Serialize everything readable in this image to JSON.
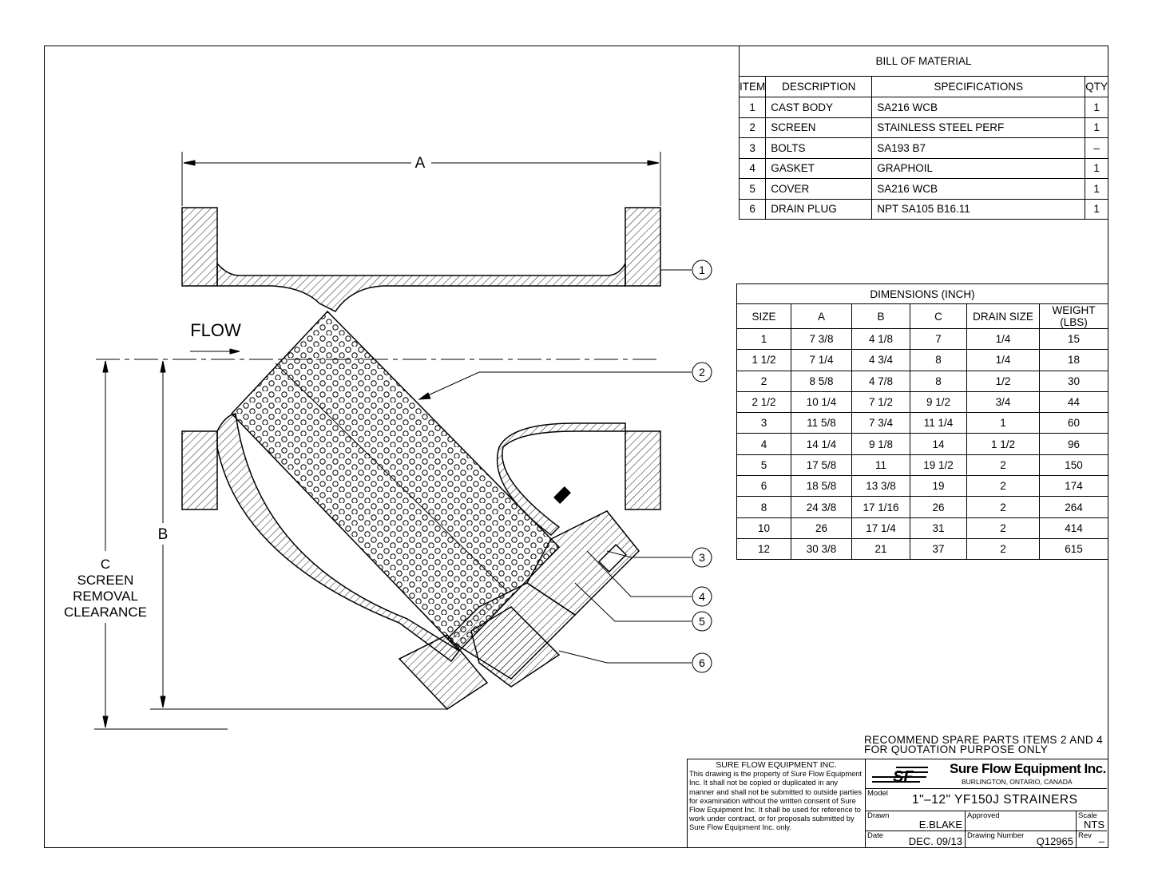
{
  "bom": {
    "title": "BILL OF MATERIAL",
    "headers": [
      "ITEM",
      "DESCRIPTION",
      "SPECIFICATIONS",
      "QTY"
    ],
    "rows": [
      [
        "1",
        "CAST BODY",
        "SA216 WCB",
        "1"
      ],
      [
        "2",
        "SCREEN",
        "STAINLESS STEEL PERF",
        "1"
      ],
      [
        "3",
        "BOLTS",
        "SA193 B7",
        "–"
      ],
      [
        "4",
        "GASKET",
        "GRAPHOIL",
        "1"
      ],
      [
        "5",
        "COVER",
        "SA216 WCB",
        "1"
      ],
      [
        "6",
        "DRAIN PLUG",
        "NPT SA105 B16.11",
        "1"
      ]
    ]
  },
  "dims": {
    "title": "DIMENSIONS (INCH)",
    "headers": [
      "SIZE",
      "A",
      "B",
      "C",
      "DRAIN SIZE",
      "WEIGHT (LBS)"
    ],
    "rows": [
      [
        "1",
        "7 3/8",
        "4 1/8",
        "7",
        "1/4",
        "15"
      ],
      [
        "1 1/2",
        "7 1/4",
        "4 3/4",
        "8",
        "1/4",
        "18"
      ],
      [
        "2",
        "8 5/8",
        "4 7/8",
        "8",
        "1/2",
        "30"
      ],
      [
        "2 1/2",
        "10 1/4",
        "7 1/2",
        "9 1/2",
        "3/4",
        "44"
      ],
      [
        "3",
        "11 5/8",
        "7 3/4",
        "11 1/4",
        "1",
        "60"
      ],
      [
        "4",
        "14 1/4",
        "9 1/8",
        "14",
        "1 1/2",
        "96"
      ],
      [
        "5",
        "17 5/8",
        "11",
        "19 1/2",
        "2",
        "150"
      ],
      [
        "6",
        "18 5/8",
        "13 3/8",
        "19",
        "2",
        "174"
      ],
      [
        "8",
        "24 3/8",
        "17 1/16",
        "26",
        "2",
        "264"
      ],
      [
        "10",
        "26",
        "17 1/4",
        "31",
        "2",
        "414"
      ],
      [
        "12",
        "30 3/8",
        "21",
        "37",
        "2",
        "615"
      ]
    ]
  },
  "drawing": {
    "flow_label": "FLOW",
    "dim_a": "A",
    "dim_b": "B",
    "dim_c": [
      "C",
      "SCREEN",
      "REMOVAL",
      "CLEARANCE"
    ],
    "balloons": [
      "1",
      "2",
      "3",
      "4",
      "5",
      "6"
    ]
  },
  "note": [
    "RECOMMEND SPARE PARTS ITEMS 2 AND 4",
    "FOR QUOTATION PURPOSE ONLY"
  ],
  "title_block": {
    "company_heading": "SURE FLOW EQUIPMENT INC.",
    "disclaimer": "This drawing is the property of Sure Flow Equipment Inc. It shall not be copied or duplicated in any manner and shall not be submitted to outside parties for examination without the written consent of Sure Flow Equipment Inc. It shall be used for reference to work under contract, or for proposals submitted by Sure Flow Equipment Inc. only.",
    "logo_text": "SF",
    "company_name": "Sure Flow Equipment Inc.",
    "location": "BURLINGTON, ONTARIO, CANADA",
    "model_label": "Model",
    "model": "1\"–12\"  YF150J  STRAINERS",
    "drawn_label": "Drawn",
    "drawn": "E.BLAKE",
    "approved_label": "Approved",
    "approved": "",
    "scale_label": "Scale",
    "scale": "NTS",
    "date_label": "Date",
    "date": "DEC. 09/13",
    "drawing_number_label": "Drawing Number",
    "drawing_number": "Q12965",
    "rev_label": "Rev",
    "rev": "–"
  }
}
